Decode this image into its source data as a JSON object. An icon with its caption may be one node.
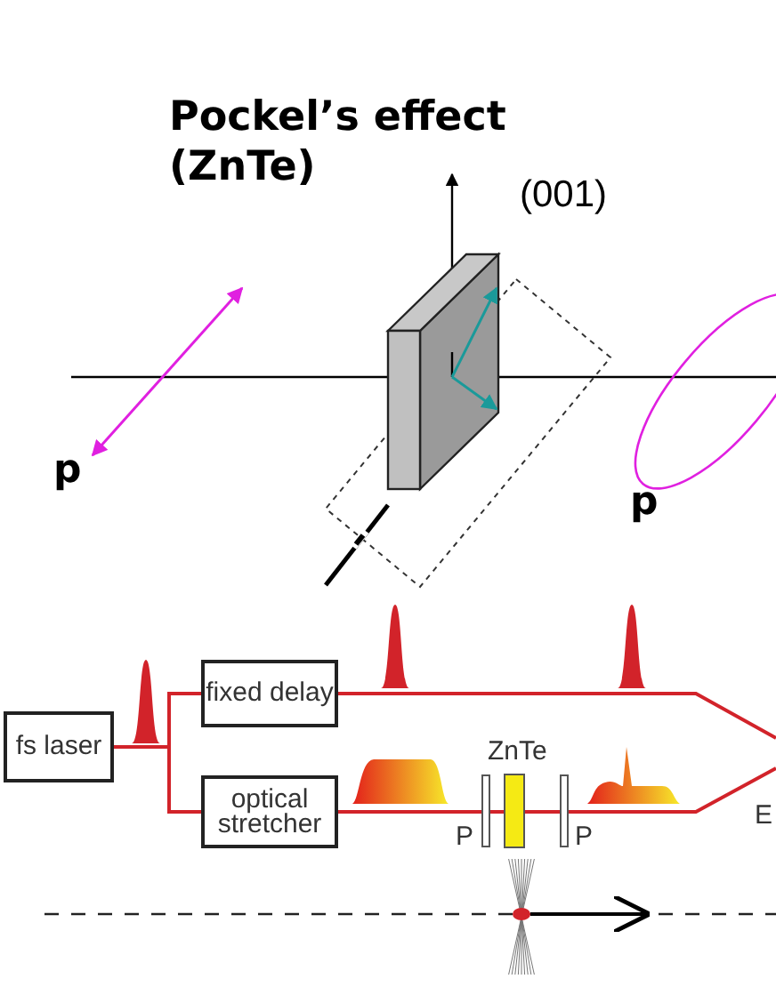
{
  "diagram": {
    "title": "Pockel’s effect (ZnTe)",
    "nodes": [
      {
        "text": [
          "fs laser"
        ]
      },
      {
        "text": [
          "fixed delay"
        ]
      },
      {
        "text": [
          "optical stretcher"
        ]
      },
      {
        "text": [
          "ZnTe"
        ]
      }
    ],
    "edges": [
      {
        "from": 0,
        "to": 1,
        "arrow": "none"
      },
      {
        "from": 0,
        "to": 2,
        "arrow": "none"
      },
      {
        "from": 1,
        "to": null,
        "arrow": "none"
      },
      {
        "from": 2,
        "to": null,
        "arrow": "none"
      }
    ],
    "labels": [
      "(001)",
      "p",
      "p",
      "P",
      "P",
      "E"
    ]
  }
}
